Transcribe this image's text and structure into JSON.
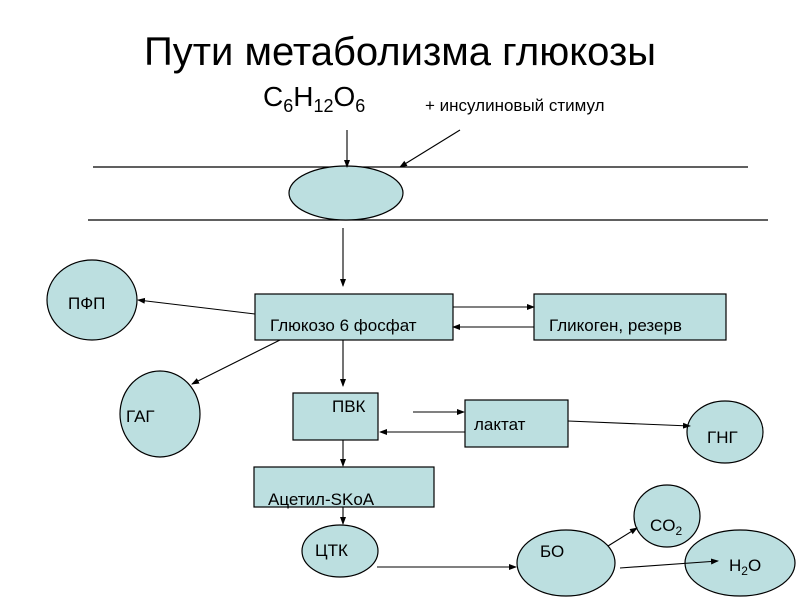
{
  "title": "Пути метаболизма глюкозы",
  "formula": {
    "c": "C",
    "c_n": "6",
    "h": "H",
    "h_n": "12",
    "o": "O",
    "o_n": "6"
  },
  "stimulus": "+  инсулиновый стимул",
  "colors": {
    "fill": "#bcdfe0",
    "stroke": "#000000"
  },
  "nodes": {
    "pfp": "ПФП",
    "g6p": "Глюкозо 6 фосфат",
    "glycogen": "Гликоген, резерв",
    "gag": "ГАГ",
    "pvk": "ПВК",
    "lactate": "лактат",
    "gng": "ГНГ",
    "acetyl": "Ацетил-SKoA",
    "ctk": "ЦТК",
    "bo": "БО",
    "co2": {
      "base": "CO",
      "sub": "2"
    },
    "h2o": {
      "base": "H",
      "sub": "2",
      "tail": "O"
    }
  }
}
